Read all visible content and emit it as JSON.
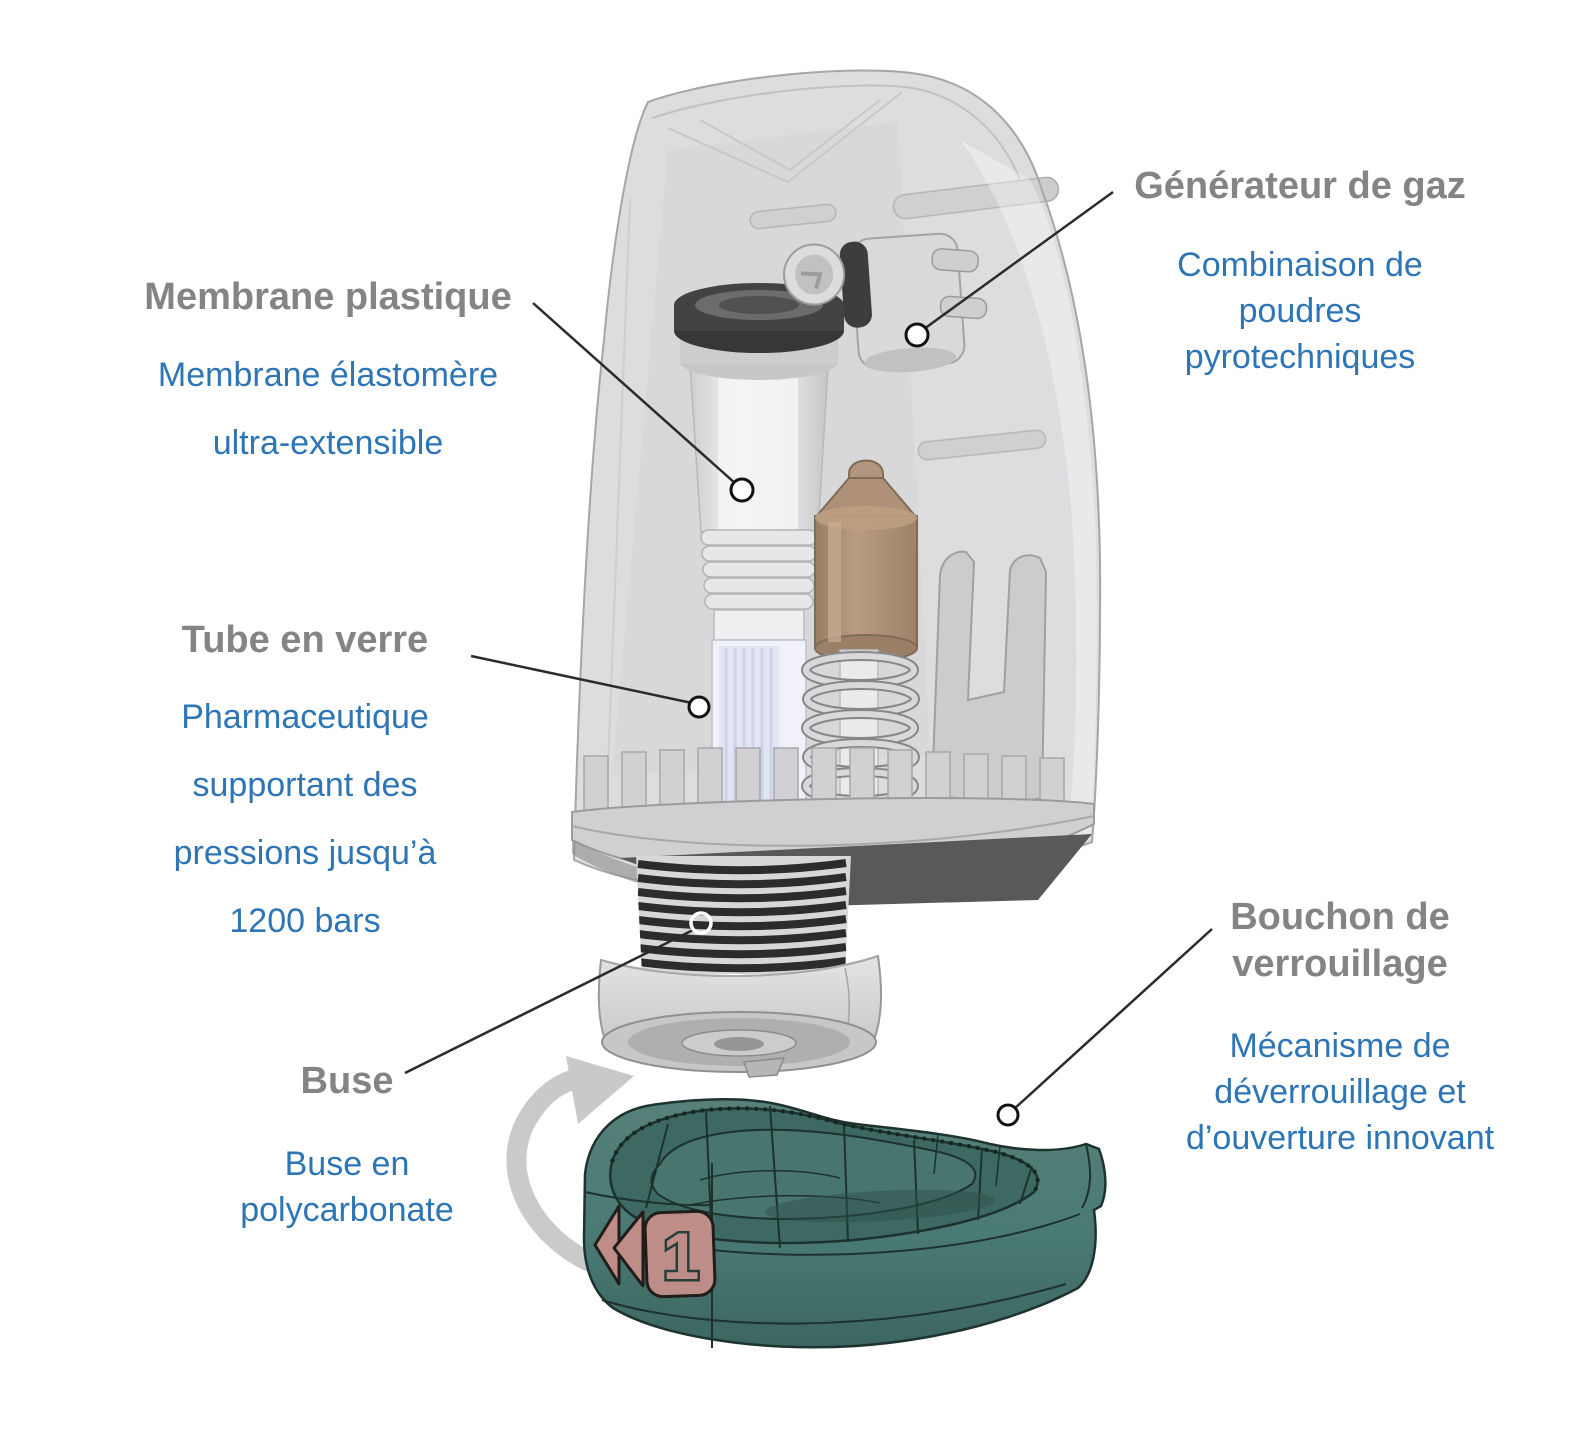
{
  "labels": {
    "membrane": {
      "title": "Membrane plastique",
      "lines": [
        "Membrane élastomère",
        "ultra-extensible"
      ]
    },
    "tube": {
      "title": "Tube en verre",
      "lines": [
        "Pharmaceutique",
        "supportant des",
        "pressions jusqu’à",
        "1200 bars"
      ]
    },
    "buse": {
      "title": "Buse",
      "lines": [
        "Buse en",
        "polycarbonate"
      ]
    },
    "generateur": {
      "title": "Générateur de gaz",
      "lines": [
        "Combinaison de",
        "poudres",
        "pyrotechniques"
      ]
    },
    "bouchon": {
      "title_lines": [
        "Bouchon de",
        "verrouillage"
      ],
      "lines": [
        "Mécanisme de",
        "déverrouillage et",
        "d’ouverture innovant"
      ]
    }
  },
  "cap_marker": {
    "number": "1"
  },
  "icons": {
    "rotation_arrow": "curved-rotation-arrow",
    "cap_arrows": "double-left-triangle",
    "anchor_points": "circle-marker"
  },
  "colors": {
    "title_gray": "#848484",
    "annotation_blue": "#2E75B6",
    "leader_line": "#2B2B2B",
    "shell_gray": "#D9D9DB",
    "cap_teal": "#4A7A74",
    "cap_teal_dark": "#3E6963",
    "marker_salmon": "#BF8D87",
    "canister_brown": "#A28164",
    "rotation_arrow_gray": "#C7C7C7"
  }
}
